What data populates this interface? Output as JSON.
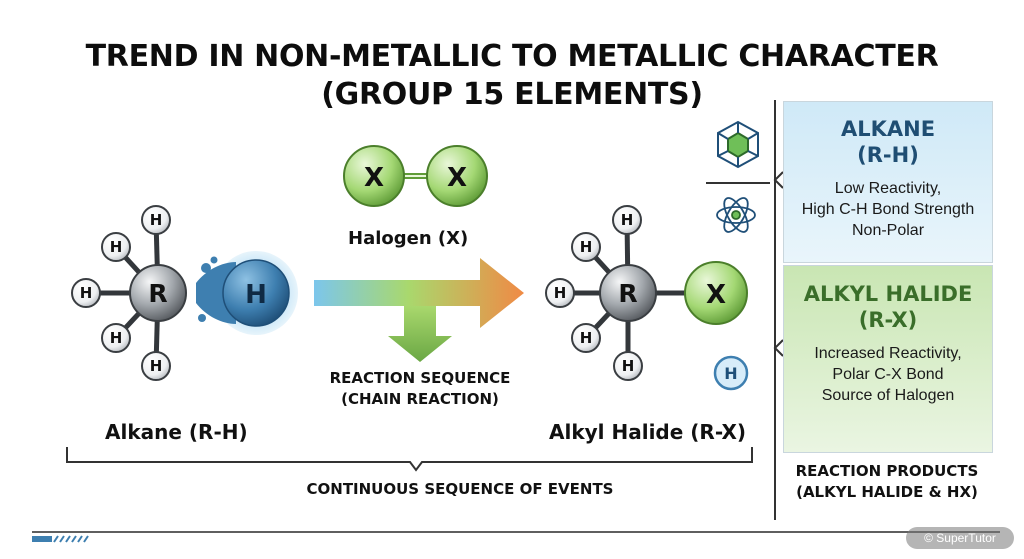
{
  "title": {
    "line1": "TREND IN NON-METALLIC TO METALLIC CHARACTER",
    "line2": "(GROUP 15 ELEMENTS)"
  },
  "alkane": {
    "center": "R",
    "leaving": "H",
    "hydrogen": "H",
    "label": "Alkane (R-H)"
  },
  "halogen": {
    "atom_left": "X",
    "atom_right": "X",
    "label": "Halogen (X)"
  },
  "reaction": {
    "line1": "REACTION SEQUENCE",
    "line2": "(CHAIN REACTION)"
  },
  "product": {
    "center": "R",
    "substituent": "X",
    "hydrogen": "H",
    "byproduct": "H",
    "label": "Alkyl Halide (R-X)"
  },
  "bracket_label": "CONTINUOUS SEQUENCE OF EVENTS",
  "panels": {
    "alkane": {
      "heading1": "ALKANE",
      "heading2": "(R-H)",
      "line1": "Low Reactivity,",
      "line2": "High C-H Bond Strength",
      "line3": "Non-Polar"
    },
    "alkyl_halide": {
      "heading1": "ALKYL HALIDE",
      "heading2": "(R-X)",
      "line1": "Increased Reactivity,",
      "line2": "Polar C-X Bond",
      "line3": "Source of Halogen"
    }
  },
  "products_caption": {
    "line1": "REACTION PRODUCTS",
    "line2": "(ALKYL HALIDE & HX)"
  },
  "brand": "© SuperTutor",
  "colors": {
    "gray_atom": "#8a8f94",
    "h_atom": "#ffffff",
    "x_atom": "#8fcf5a",
    "h_blue": "#3e7fb0",
    "arrow_start": "#7cc6ec",
    "arrow_mid": "#9fd56a",
    "arrow_end": "#f08a45",
    "panel_blue": "#d8eef9",
    "panel_green": "#d6ecc6"
  }
}
